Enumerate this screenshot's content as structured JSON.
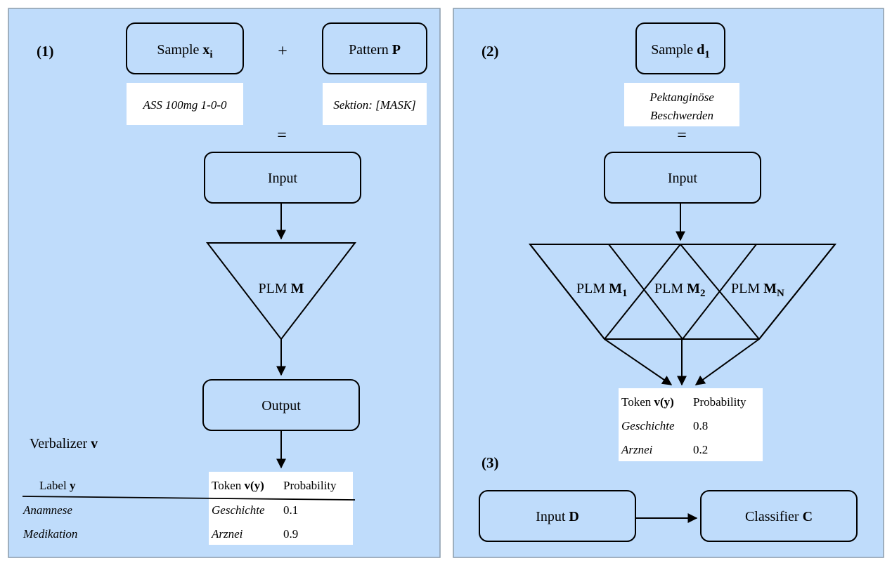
{
  "panel1": {
    "number": "(1)",
    "sample_text": "Sample ",
    "sample_var": "x",
    "sample_sub": "i",
    "plus": "+",
    "pattern_text": "Pattern ",
    "pattern_var": "P",
    "sample_example": "ASS 100mg 1-0-0",
    "pattern_example": "Sektion: [MASK]",
    "equals": "=",
    "input_label": "Input",
    "plm_text": "PLM ",
    "plm_var": "M",
    "output_label": "Output",
    "verbalizer_text": "Verbalizer ",
    "verbalizer_var": "v",
    "label_text": "Label ",
    "label_var": "y",
    "labels": [
      "Anamnese",
      "Medikation"
    ],
    "token_text": "Token ",
    "token_var": "v(y)",
    "probability_header": "Probability",
    "tokens": [
      {
        "token": "Geschichte",
        "prob": "0.1"
      },
      {
        "token": "Arznei",
        "prob": "0.9"
      }
    ]
  },
  "panel2": {
    "number": "(2)",
    "sample_text": "Sample ",
    "sample_var": "d",
    "sample_sub": "1",
    "sample_example_line1": "Pektanginöse",
    "sample_example_line2": "Beschwerden",
    "equals": "=",
    "input_label": "Input",
    "plm_text": "PLM ",
    "plm_var": "M",
    "plm_subs": [
      "1",
      "2",
      "N"
    ],
    "token_text": "Token ",
    "token_var": "v(y)",
    "probability_header": "Probability",
    "tokens": [
      {
        "token": "Geschichte",
        "prob": "0.8"
      },
      {
        "token": "Arznei",
        "prob": "0.2"
      }
    ]
  },
  "panel3": {
    "number": "(3)",
    "input_text": "Input ",
    "input_var": "D",
    "classifier_text": "Classifier ",
    "classifier_var": "C"
  }
}
